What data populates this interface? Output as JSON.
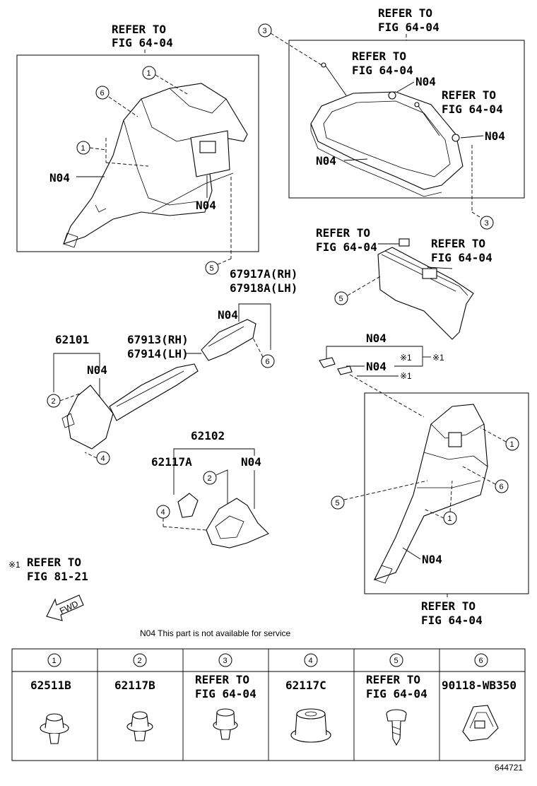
{
  "labels": {
    "refer_fig_64_04_a": [
      "REFER TO",
      "FIG 64-04"
    ],
    "refer_fig_81_21": [
      "REFER TO",
      "FIG 81-21"
    ],
    "n04": "N04",
    "p62101": "62101",
    "p62102": "62102",
    "p62117A": "62117A",
    "p67913": "67913(RH)",
    "p67914": "67914(LH)",
    "p67917A": "67917A(RH)",
    "p67918A": "67918A(LH)",
    "ref_mark": "※1",
    "fwd": "FWD"
  },
  "callouts": [
    "1",
    "2",
    "3",
    "4",
    "5",
    "6"
  ],
  "note": "N04  This part is not available for service",
  "fastener_table": [
    {
      "num": "1",
      "part": [
        "62511B"
      ]
    },
    {
      "num": "2",
      "part": [
        "62117B"
      ]
    },
    {
      "num": "3",
      "part": [
        "REFER TO",
        "FIG 64-04"
      ]
    },
    {
      "num": "4",
      "part": [
        "62117C"
      ]
    },
    {
      "num": "5",
      "part": [
        "REFER TO",
        "FIG 64-04"
      ]
    },
    {
      "num": "6",
      "part": [
        "90118-WB350"
      ]
    }
  ],
  "figure_id": "644721"
}
